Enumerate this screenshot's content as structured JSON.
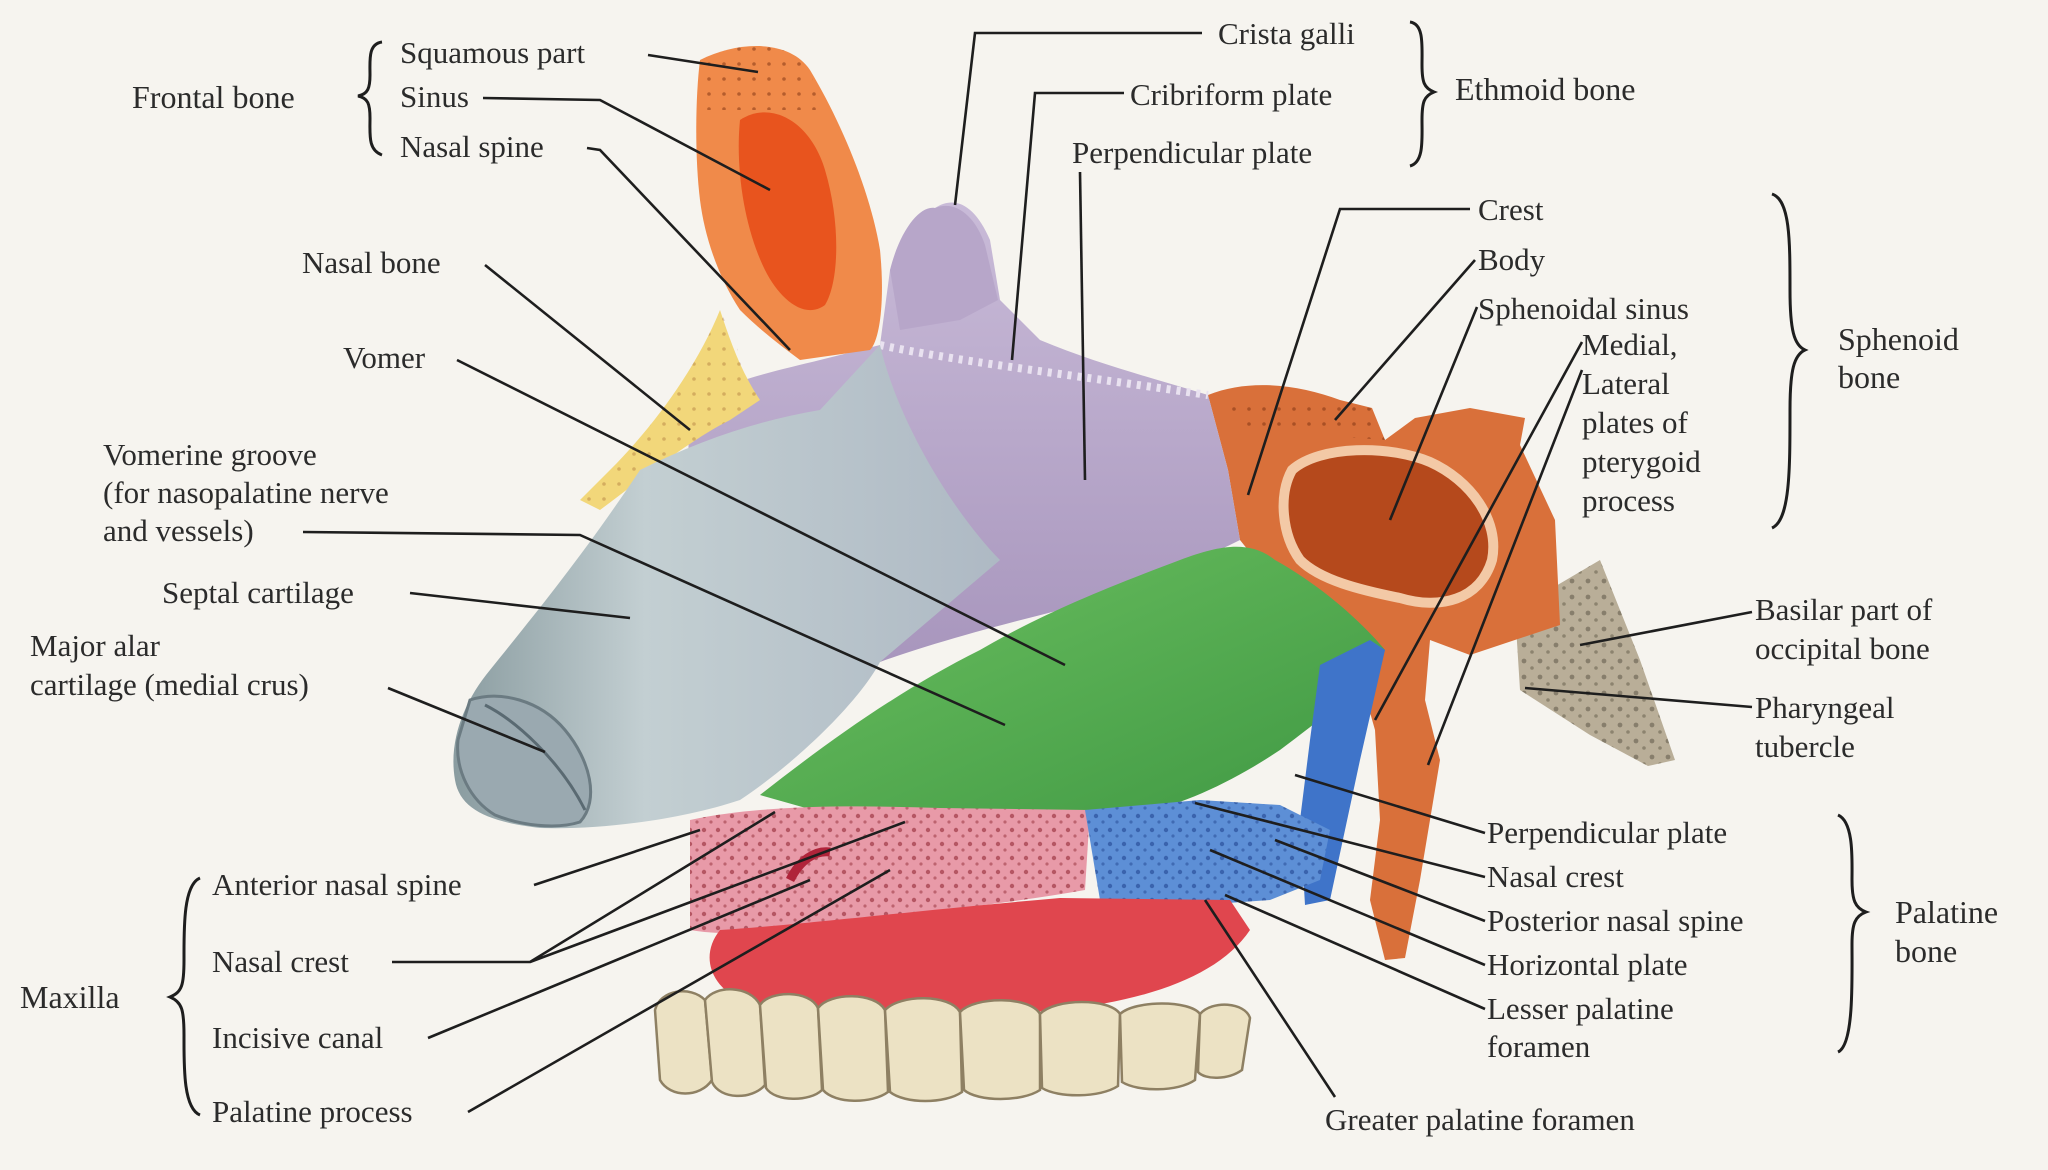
{
  "colors": {
    "background": "#f6f4ef",
    "frontal_bone": "#f08a4a",
    "frontal_sinus": "#e8541e",
    "nasal_bone": "#f2d77a",
    "ethmoid_bone": "#b7a6c9",
    "septal_cartilage": "#b5c3c6",
    "vomer": "#5cae52",
    "sphenoid_bone": "#d9703a",
    "occipital_bone": "#b9ae98",
    "palatine_bone": "#5d8fd6",
    "maxilla": "#e89aa8",
    "palate_mucosa": "#e0464e",
    "teeth": "#ece2c4",
    "label_line": "#1e1e1e"
  },
  "groups": {
    "frontal": "Frontal bone",
    "ethmoid": "Ethmoid bone",
    "sphenoid": [
      "Sphenoid",
      "bone"
    ],
    "palatine": [
      "Palatine",
      "bone"
    ],
    "maxilla": "Maxilla"
  },
  "labels": {
    "squamous_part": "Squamous part",
    "sinus": "Sinus",
    "nasal_spine": "Nasal spine",
    "crista_galli": "Crista galli",
    "cribriform_plate": "Cribriform plate",
    "perpendicular_plate_ethmoid": "Perpendicular plate",
    "nasal_bone": "Nasal bone",
    "vomer": "Vomer",
    "vomerine_groove": [
      "Vomerine groove",
      "(for nasopalatine nerve",
      "and vessels)"
    ],
    "septal_cartilage": "Septal cartilage",
    "major_alar_cartilage": [
      "Major alar",
      "cartilage (medial crus)"
    ],
    "crest": "Crest",
    "body": "Body",
    "sphenoidal_sinus": "Sphenoidal sinus",
    "pterygoid_plates": [
      "Medial,",
      "Lateral",
      "plates of",
      "pterygoid",
      "process"
    ],
    "basilar_part": [
      "Basilar part of",
      "occipital bone"
    ],
    "pharyngeal_tubercle": [
      "Pharyngeal",
      "tubercle"
    ],
    "perpendicular_plate_palatine": "Perpendicular plate",
    "nasal_crest_palatine": "Nasal crest",
    "posterior_nasal_spine": "Posterior nasal spine",
    "horizontal_plate": "Horizontal plate",
    "lesser_palatine_foramen": [
      "Lesser palatine",
      "foramen"
    ],
    "greater_palatine_foramen": "Greater palatine foramen",
    "anterior_nasal_spine": "Anterior nasal spine",
    "nasal_crest_maxilla": "Nasal crest",
    "incisive_canal": "Incisive canal",
    "palatine_process": "Palatine process"
  }
}
